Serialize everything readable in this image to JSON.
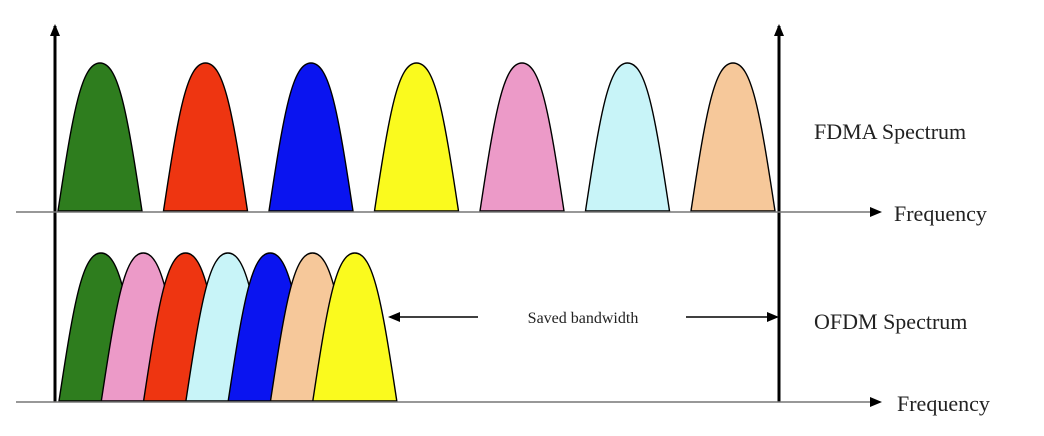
{
  "labels": {
    "fdma": "FDMA Spectrum",
    "freq_top": "Frequency",
    "ofdm": "OFDM Spectrum",
    "freq_bottom": "Frequency",
    "saved": "Saved bandwidth"
  },
  "fdma_subcarriers": [
    {
      "name": "green",
      "color": "#2e7d1e"
    },
    {
      "name": "red",
      "color": "#ee3511"
    },
    {
      "name": "blue",
      "color": "#0a14f0"
    },
    {
      "name": "yellow",
      "color": "#fafa1e"
    },
    {
      "name": "pink",
      "color": "#ec9ac8"
    },
    {
      "name": "light-cyan",
      "color": "#c8f4f8"
    },
    {
      "name": "peach",
      "color": "#f6c89a"
    }
  ],
  "ofdm_subcarriers": [
    {
      "name": "green",
      "color": "#2e7d1e"
    },
    {
      "name": "pink",
      "color": "#ec9ac8"
    },
    {
      "name": "red",
      "color": "#ee3511"
    },
    {
      "name": "light-cyan",
      "color": "#c8f4f8"
    },
    {
      "name": "blue",
      "color": "#0a14f0"
    },
    {
      "name": "peach",
      "color": "#f6c89a"
    },
    {
      "name": "yellow",
      "color": "#fafa1e"
    }
  ]
}
